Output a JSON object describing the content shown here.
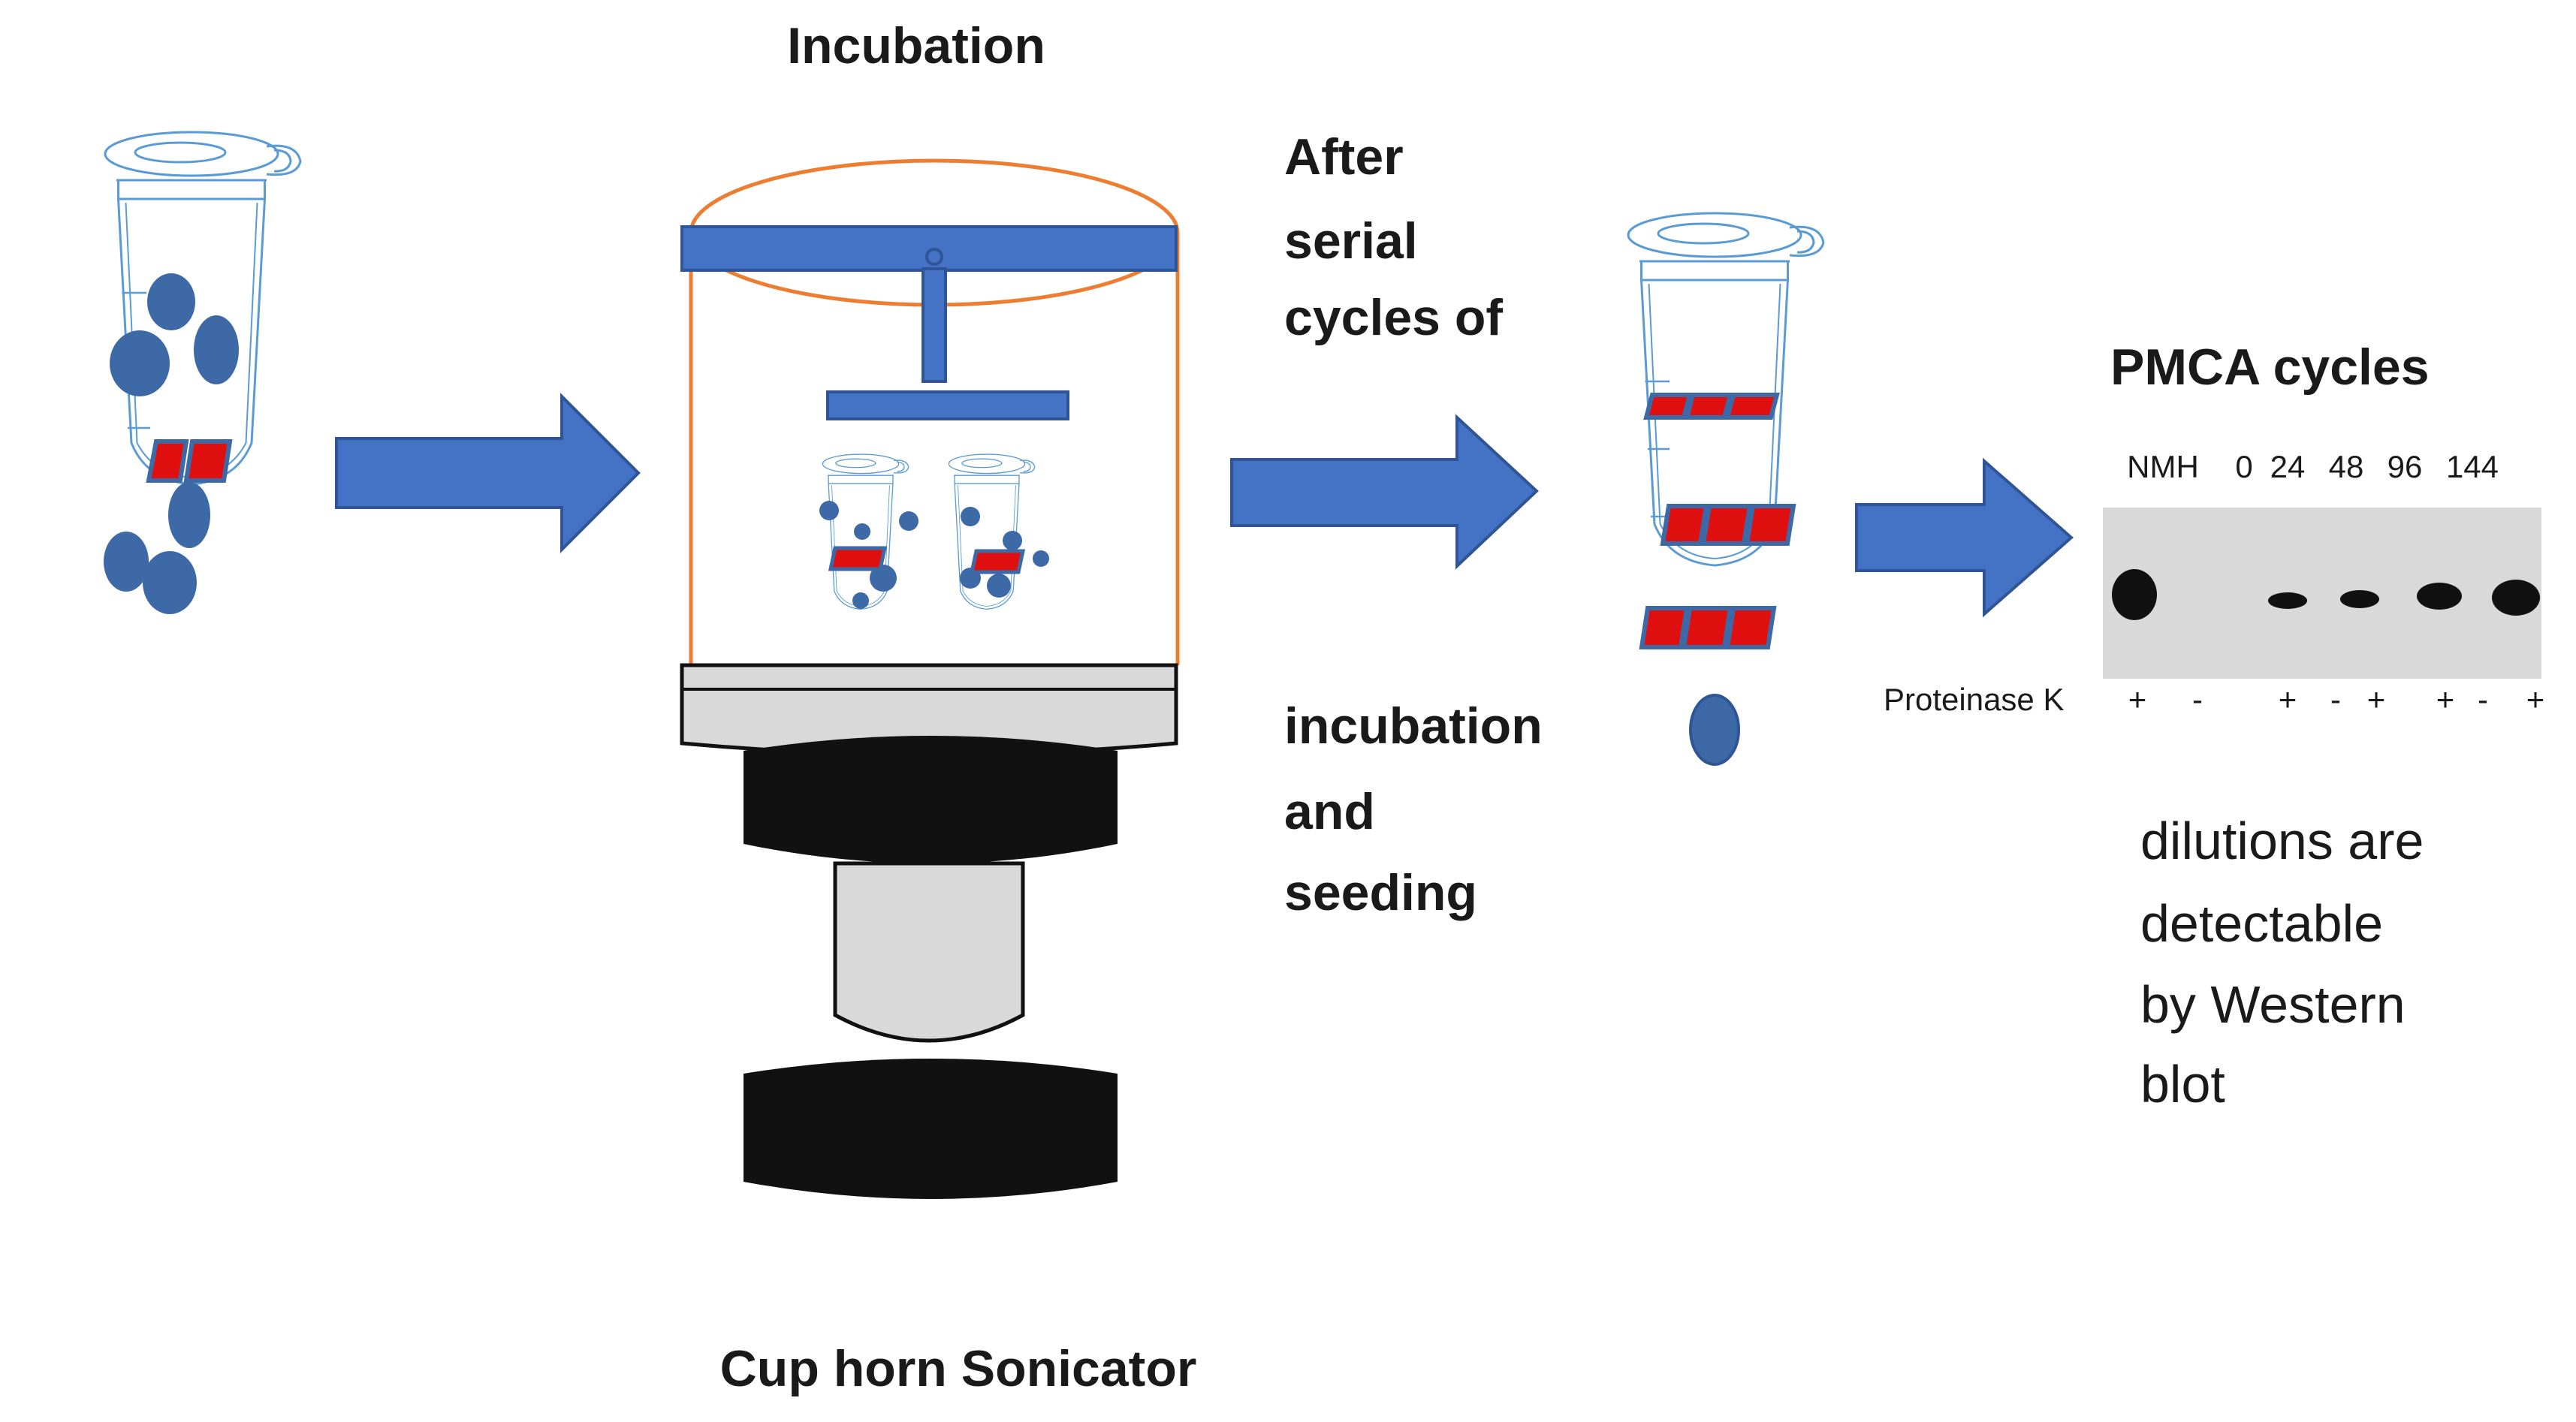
{
  "labels": {
    "incubation": "Incubation",
    "cup_horn_sonicator": "Cup horn Sonicator",
    "after_line1": "After",
    "after_line2": "serial",
    "after_line3": "cycles of",
    "incubation_line1": "incubation",
    "incubation_line2": "and",
    "incubation_line3": "seeding",
    "pmca_cycles": "PMCA cycles",
    "dilutions_line1": "dilutions are",
    "dilutions_line2": "detectable",
    "dilutions_line3": "by Western",
    "dilutions_line4": "blot",
    "proteinase_k": "Proteinase K"
  },
  "blot": {
    "lanes": [
      "NMH",
      "0",
      "24",
      "48",
      "96",
      "144"
    ],
    "pk_signs": [
      "+",
      "-",
      "+",
      "-",
      "+",
      "+",
      "-",
      "+"
    ]
  },
  "colors": {
    "tube_outline": "#5b9bd5",
    "particle_blue": "#3d6aa6",
    "arrow_blue": "#4472c4",
    "fibril_red": "#e01010",
    "chamber_orange": "#ed7d31",
    "sonicator_black": "#111111",
    "sonicator_gray": "#d9d9d9"
  },
  "icons": [
    "tube-icon",
    "arrow-icon",
    "sonicator-icon",
    "western-blot-icon"
  ]
}
